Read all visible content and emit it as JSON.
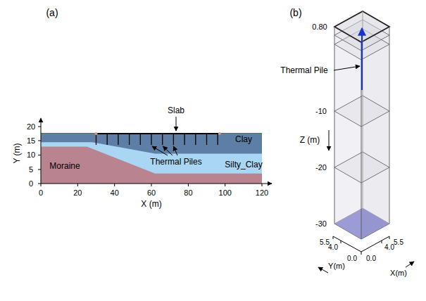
{
  "diagram": {
    "labels": [
      "(a)",
      "20",
      "15",
      "10",
      "5",
      "0",
      "Y (m)",
      "0",
      "20",
      "40",
      "60",
      "80",
      "100",
      "120",
      "X (m)",
      "Slab",
      "Thermal Piles",
      "Clay",
      "Silty_Clay",
      "Moraine",
      "(b)",
      "0.80",
      "Thermal Pile",
      "-10",
      "Z (m)",
      "-20",
      "-30",
      "5.5",
      "4.0",
      "0.0",
      "Y(m)",
      "0.0",
      "4.0",
      "5.5",
      "X(m)"
    ]
  }
}
